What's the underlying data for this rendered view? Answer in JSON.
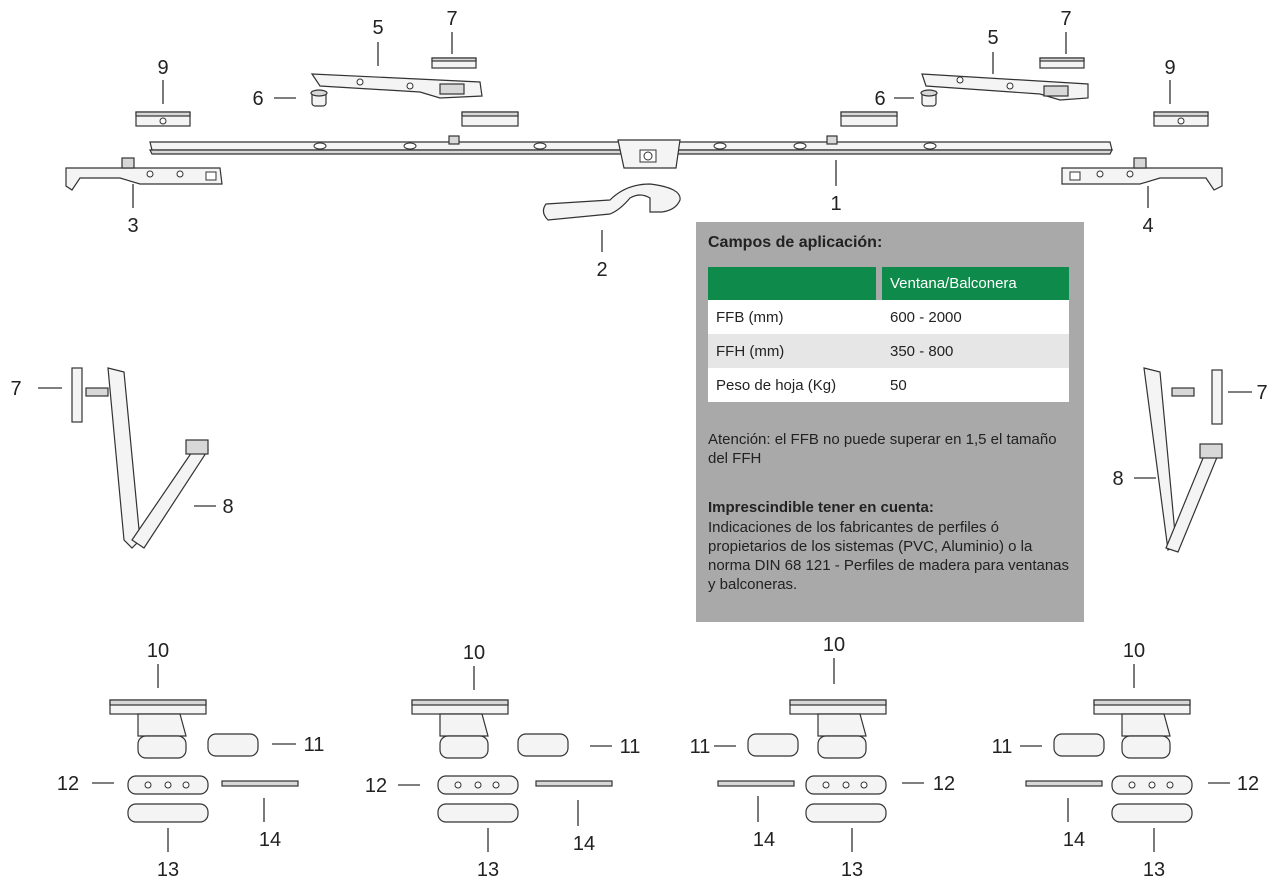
{
  "callouts": {
    "top_left": {
      "n9": "9",
      "n5": "5",
      "n7": "7",
      "n6": "6",
      "n3": "3"
    },
    "center": {
      "n2": "2",
      "n1": "1"
    },
    "top_right": {
      "n7": "7",
      "n5": "5",
      "n9": "9",
      "n6": "6",
      "n4": "4"
    },
    "arm_left": {
      "n7": "7",
      "n8": "8"
    },
    "arm_right": {
      "n7": "7",
      "n8": "8"
    },
    "hinge_sets": [
      {
        "n10": "10",
        "n11": "11",
        "n12": "12",
        "n13": "13",
        "n14": "14"
      },
      {
        "n10": "10",
        "n11": "11",
        "n12": "12",
        "n13": "13",
        "n14": "14"
      },
      {
        "n10": "10",
        "n11": "11",
        "n12": "12",
        "n13": "13",
        "n14": "14"
      },
      {
        "n10": "10",
        "n11": "11",
        "n12": "12",
        "n13": "13",
        "n14": "14"
      }
    ]
  },
  "info_panel": {
    "title": "Campos de aplicación:",
    "table": {
      "header": [
        "",
        "Ventana/Balconera"
      ],
      "rows": [
        [
          "FFB (mm)",
          "600 - 2000"
        ],
        [
          "FFH (mm)",
          "350 - 800"
        ],
        [
          "Peso de hoja (Kg)",
          "50"
        ]
      ]
    },
    "note": "Atención: el FFB no puede superar en 1,5 el tamaño del FFH",
    "requirement_title": "Imprescindible tener en cuenta:",
    "requirement_text": "Indicaciones de los fabricantes de perfiles ó propietarios de los sistemas (PVC, Aluminio) o la norma DIN 68 121 - Perfiles de madera para ventanas y balconeras."
  },
  "colors": {
    "panel_bg": "#a9a9a9",
    "table_header": "#0e8a4a",
    "row_alt": "#e6e6e6"
  }
}
